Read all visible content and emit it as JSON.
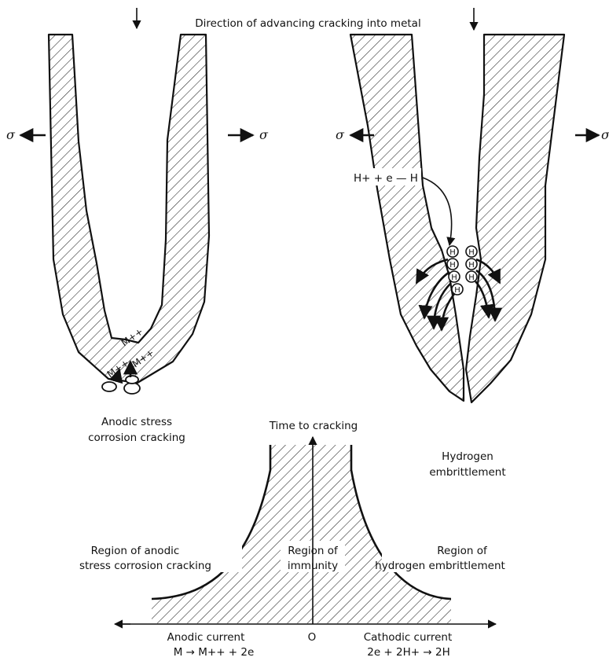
{
  "top": {
    "direction_label": "Direction of advancing cracking into metal",
    "stress_symbol": "σ"
  },
  "left_panel": {
    "ion_label": "M++",
    "caption_line1": "Anodic stress",
    "caption_line2": "corrosion cracking"
  },
  "right_panel": {
    "reaction_label": "H+ + e — H",
    "hydrogen_atom": "H",
    "caption_line1": "Hydrogen",
    "caption_line2": "embrittlement"
  },
  "graph": {
    "y_axis_label": "Time to cracking",
    "left_region_line1": "Region of anodic",
    "left_region_line2": "stress corrosion cracking",
    "center_region_line1": "Region of",
    "center_region_line2": "immunity",
    "right_region_line1": "Region of",
    "right_region_line2": "hydrogen embrittlement",
    "origin_label": "O",
    "left_axis_line1": "Anodic current",
    "left_axis_line2": "M → M++ + 2e",
    "right_axis_line1": "Cathodic current",
    "right_axis_line2": "2e + 2H+ → 2H"
  }
}
